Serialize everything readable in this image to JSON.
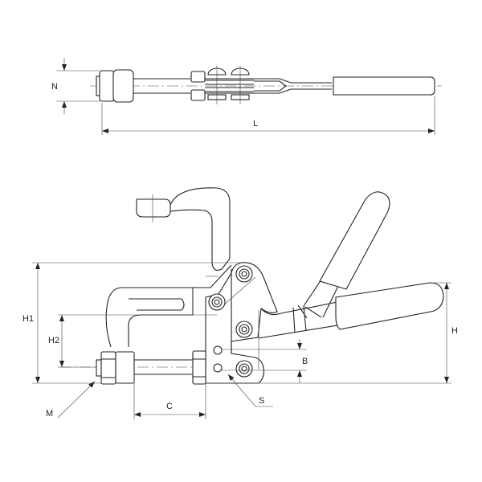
{
  "drawing": {
    "top_view": {
      "dim_width": "N",
      "dim_length": "L"
    },
    "side_view": {
      "dim_total_height": "H1",
      "dim_bolt_height": "H2",
      "dim_handle_height": "H",
      "dim_hole_spacing": "B",
      "dim_stroke": "C",
      "thread_label": "M",
      "hole_label": "S"
    },
    "line_color": "#222222"
  }
}
